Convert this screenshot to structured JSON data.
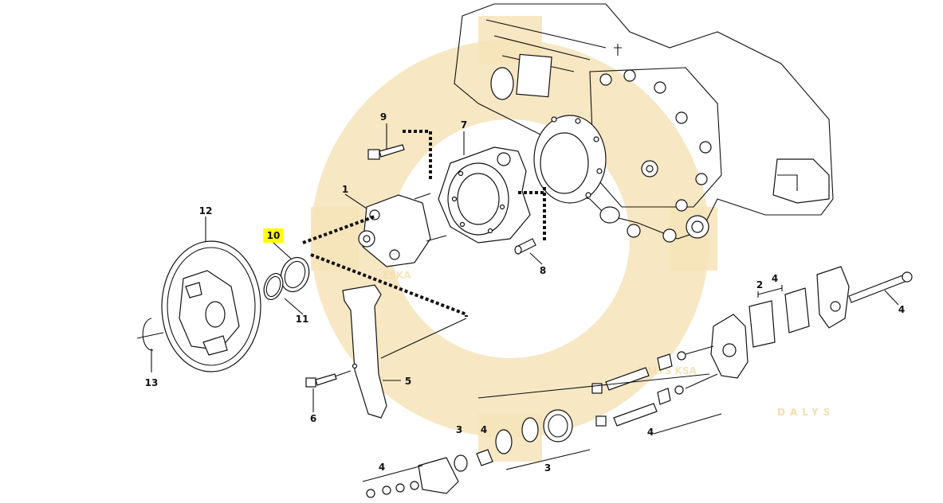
{
  "watermark": {
    "brand_big": "ESKA",
    "brand_mid": "DALYS KSA",
    "brand_small": "DALYS",
    "color": "#f3dba8"
  },
  "highlight_color": "#ffff00",
  "callouts": {
    "c1": "1",
    "c2": "2",
    "c2_4": "4",
    "c3a": "3",
    "c3b": "3",
    "c4a": "4",
    "c4b": "4",
    "c4c": "4",
    "c4d": "4",
    "c5": "5",
    "c6": "6",
    "c7": "7",
    "c8": "8",
    "c9": "9",
    "c10": "10",
    "c11": "11",
    "c12": "12",
    "c13": "13"
  }
}
